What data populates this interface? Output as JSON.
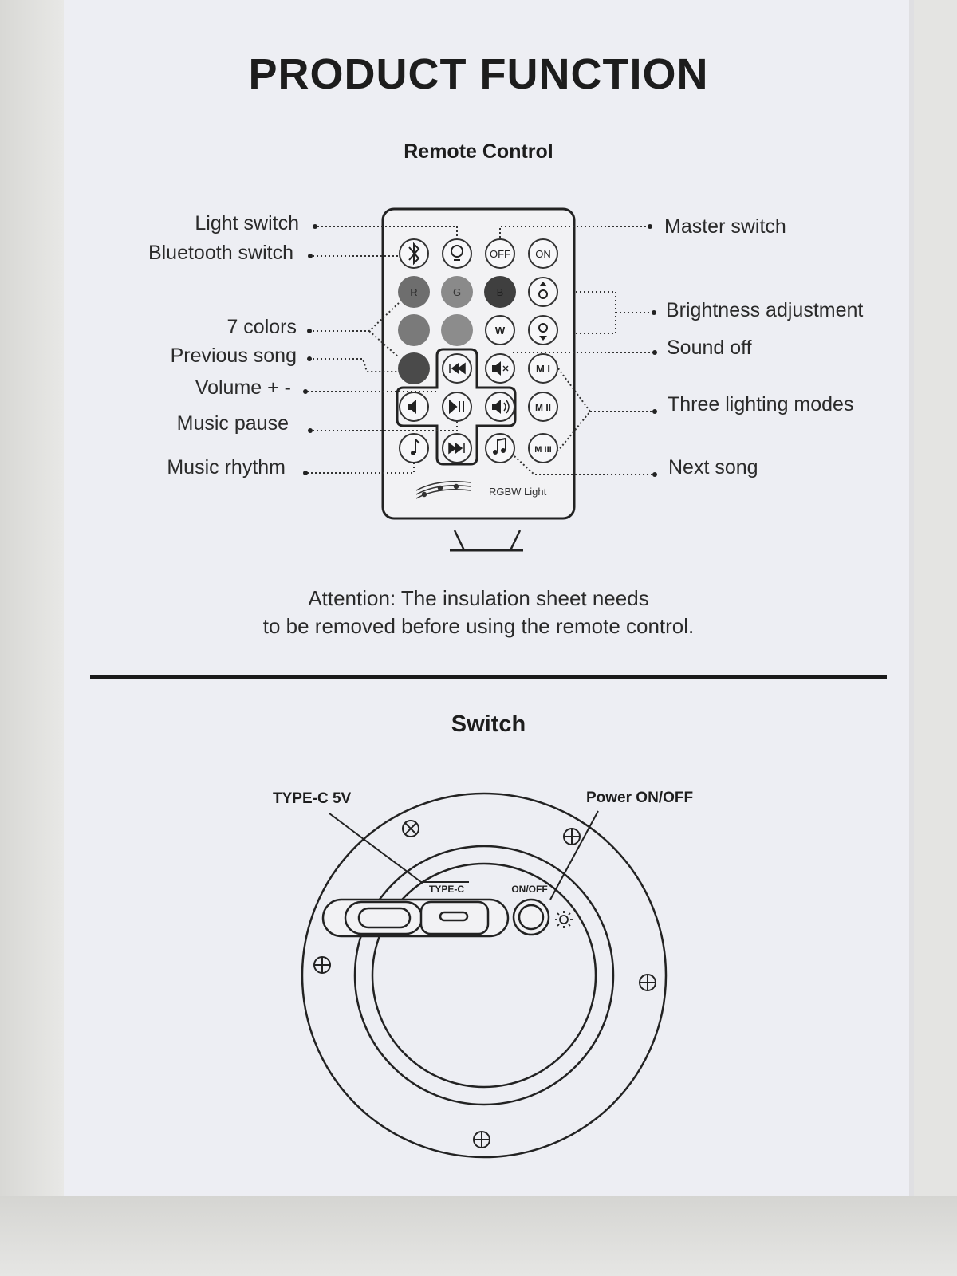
{
  "header": {
    "title": "PRODUCT FUNCTION",
    "subtitle": "Remote Control"
  },
  "remote": {
    "left_labels": {
      "light_switch": "Light switch",
      "bluetooth_switch": "Bluetooth switch",
      "seven_colors": "7 colors",
      "previous_song": "Previous song",
      "volume": "Volume + -",
      "music_pause": "Music pause",
      "music_rhythm": "Music rhythm"
    },
    "right_labels": {
      "master_switch": "Master switch",
      "brightness": "Brightness adjustment",
      "sound_off": "Sound off",
      "lighting_modes": "Three lighting modes",
      "next_song": "Next song"
    },
    "buttons": {
      "off": "OFF",
      "on": "ON",
      "r": "R",
      "g": "G",
      "b": "B",
      "w": "W",
      "m1": "M I",
      "m2": "M II",
      "m3": "M III"
    },
    "footer_label": "RGBW Light"
  },
  "attention": {
    "line1": "Attention: The insulation sheet needs",
    "line2": "to be removed before using the remote control."
  },
  "switch_section": {
    "title": "Switch",
    "type_c_label": "TYPE-C 5V",
    "power_label": "Power ON/OFF",
    "port_label": "TYPE-C",
    "onoff_label": "ON/OFF"
  },
  "colors": {
    "box": "#edeef3",
    "ink": "#1d1d1d",
    "button_gray": "#7a7a7a",
    "button_dark": "#4a4a4a"
  }
}
